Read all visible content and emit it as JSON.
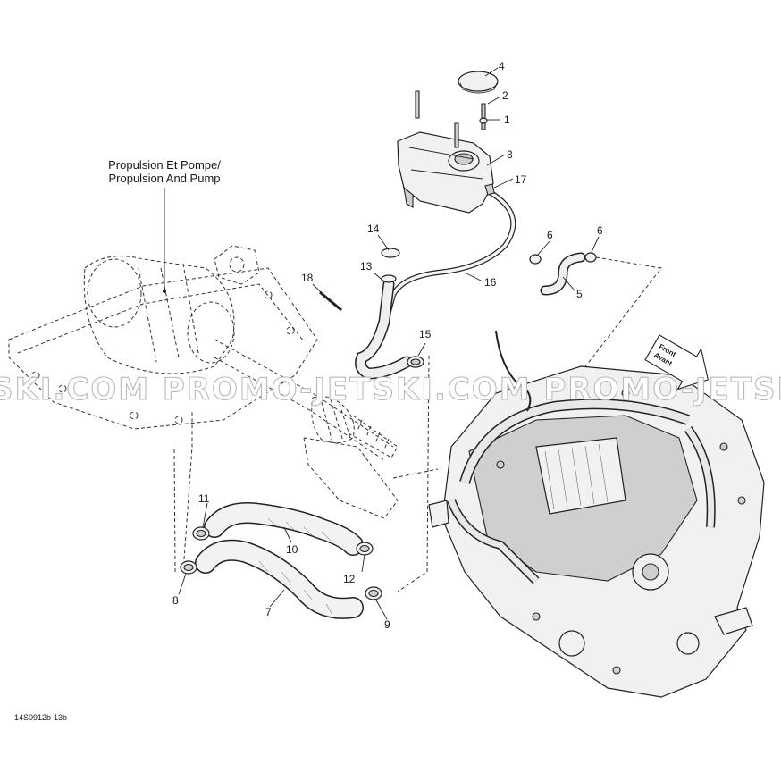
{
  "reference_label": {
    "line1": "Propulsion Et Pompe/",
    "line2": "Propulsion And Pump"
  },
  "front_arrow": {
    "line1": "Front",
    "line2": "Avant"
  },
  "watermark": "SKI.COM PROMO-JETSKI.COM PROMO-JETSKI.COM",
  "doc_id": "14S0912b-13b",
  "callouts": {
    "c1": "1",
    "c2": "2",
    "c3": "3",
    "c4": "4",
    "c5": "5",
    "c6a": "6",
    "c6b": "6",
    "c7": "7",
    "c8": "8",
    "c9": "9",
    "c10": "10",
    "c11": "11",
    "c12": "12",
    "c13": "13",
    "c14": "14",
    "c15": "15",
    "c16": "16",
    "c17": "17",
    "c18": "18"
  }
}
